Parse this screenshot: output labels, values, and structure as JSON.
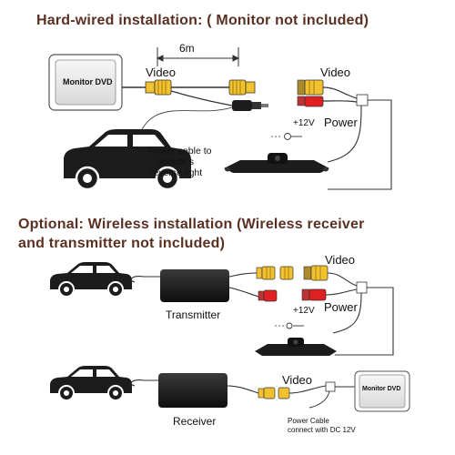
{
  "section1": {
    "title": "Hard-wired installation:  ( Monitor not included)",
    "distance": "6m",
    "monitor_label": "Monitor DVD",
    "video_left": "Video",
    "video_right": "Video",
    "plus12v": "+12V",
    "power": "Power",
    "power_cable_note": [
      "Power cable to",
      "vehicle's",
      "reverse light"
    ]
  },
  "section2": {
    "title_line1": "Optional: Wireless installation (Wireless receiver",
    "title_line2": "and transmitter not included)",
    "video": "Video",
    "plus12v": "+12V",
    "power": "Power",
    "transmitter": "Transmitter",
    "receiver": "Receiver",
    "receiver_video": "Video",
    "monitor_label": "Monitor DVD",
    "power_cable_note": [
      "Power Cable",
      "connect with DC 12V"
    ]
  },
  "colors": {
    "title": "#5a3023",
    "rca_yellow": "#f2c12e",
    "rca_red": "#e02020",
    "device": "#1c1c1c"
  },
  "icons": [
    "car-icon",
    "monitor-icon",
    "camera-icon",
    "rca-connector-icon",
    "wireless-module-icon",
    "ground-symbol-icon"
  ]
}
